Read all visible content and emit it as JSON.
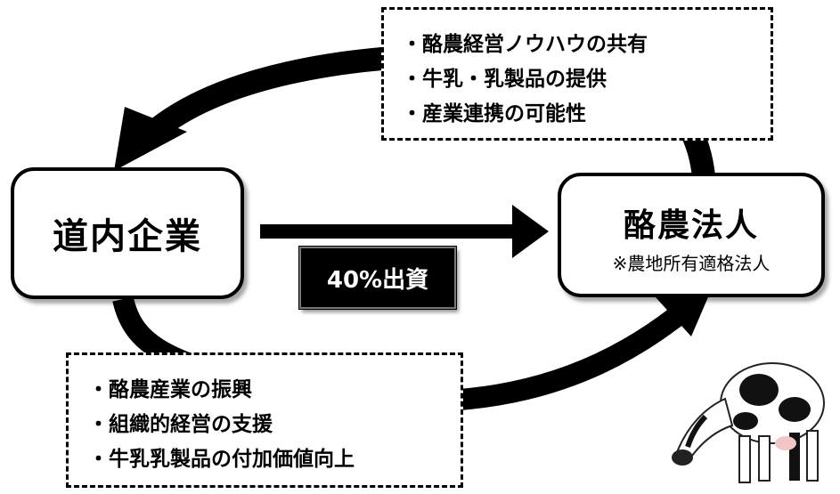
{
  "nodes": {
    "company": {
      "label": "道内企業"
    },
    "corporation": {
      "label": "酪農法人",
      "note": "※農地所有適格法人"
    }
  },
  "investment_label": "40%出資",
  "flows": {
    "corp_to_company": [
      "・酪農経営ノウハウの共有",
      "・牛乳・乳製品の提供",
      "・産業連携の可能性"
    ],
    "company_to_corp": [
      "・酪農産業の振興",
      "・組織的経営の支援",
      "・牛乳乳製品の付加価値向上"
    ]
  },
  "colors": {
    "arrow": "#000000",
    "background": "#ffffff",
    "label_bg": "#000000",
    "label_text": "#ffffff"
  },
  "decorations": [
    "cow-image"
  ]
}
